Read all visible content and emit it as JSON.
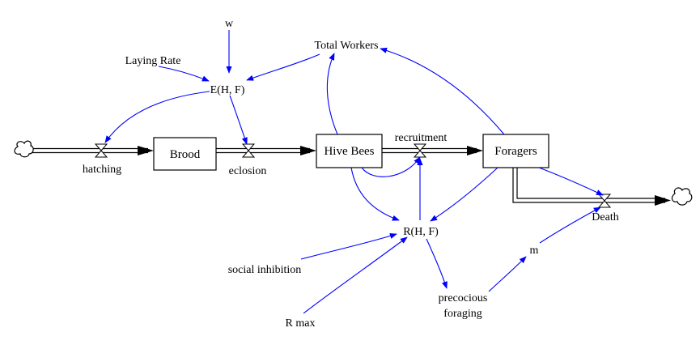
{
  "colors": {
    "link": "#0000ff",
    "flow": "#000000",
    "background": "#ffffff"
  },
  "stocks": {
    "brood": "Brood",
    "hive_bees": "Hive Bees",
    "foragers": "Foragers"
  },
  "flows": {
    "hatching": "hatching",
    "eclosion": "eclosion",
    "recruitment": "recruitment",
    "death": "Death"
  },
  "variables": {
    "w": "w",
    "laying_rate": "Laying Rate",
    "e_hf": "E(H, F)",
    "total_workers": "Total Workers",
    "r_hf": "R(H, F)",
    "social_inhibition": "social inhibition",
    "r_max": "R max",
    "m": "m",
    "precocious_foraging_line1": "precocious",
    "precocious_foraging_line2": "foraging"
  },
  "icons": {
    "source": "cloud-icon",
    "sink": "cloud-icon",
    "valve": "valve-icon"
  }
}
